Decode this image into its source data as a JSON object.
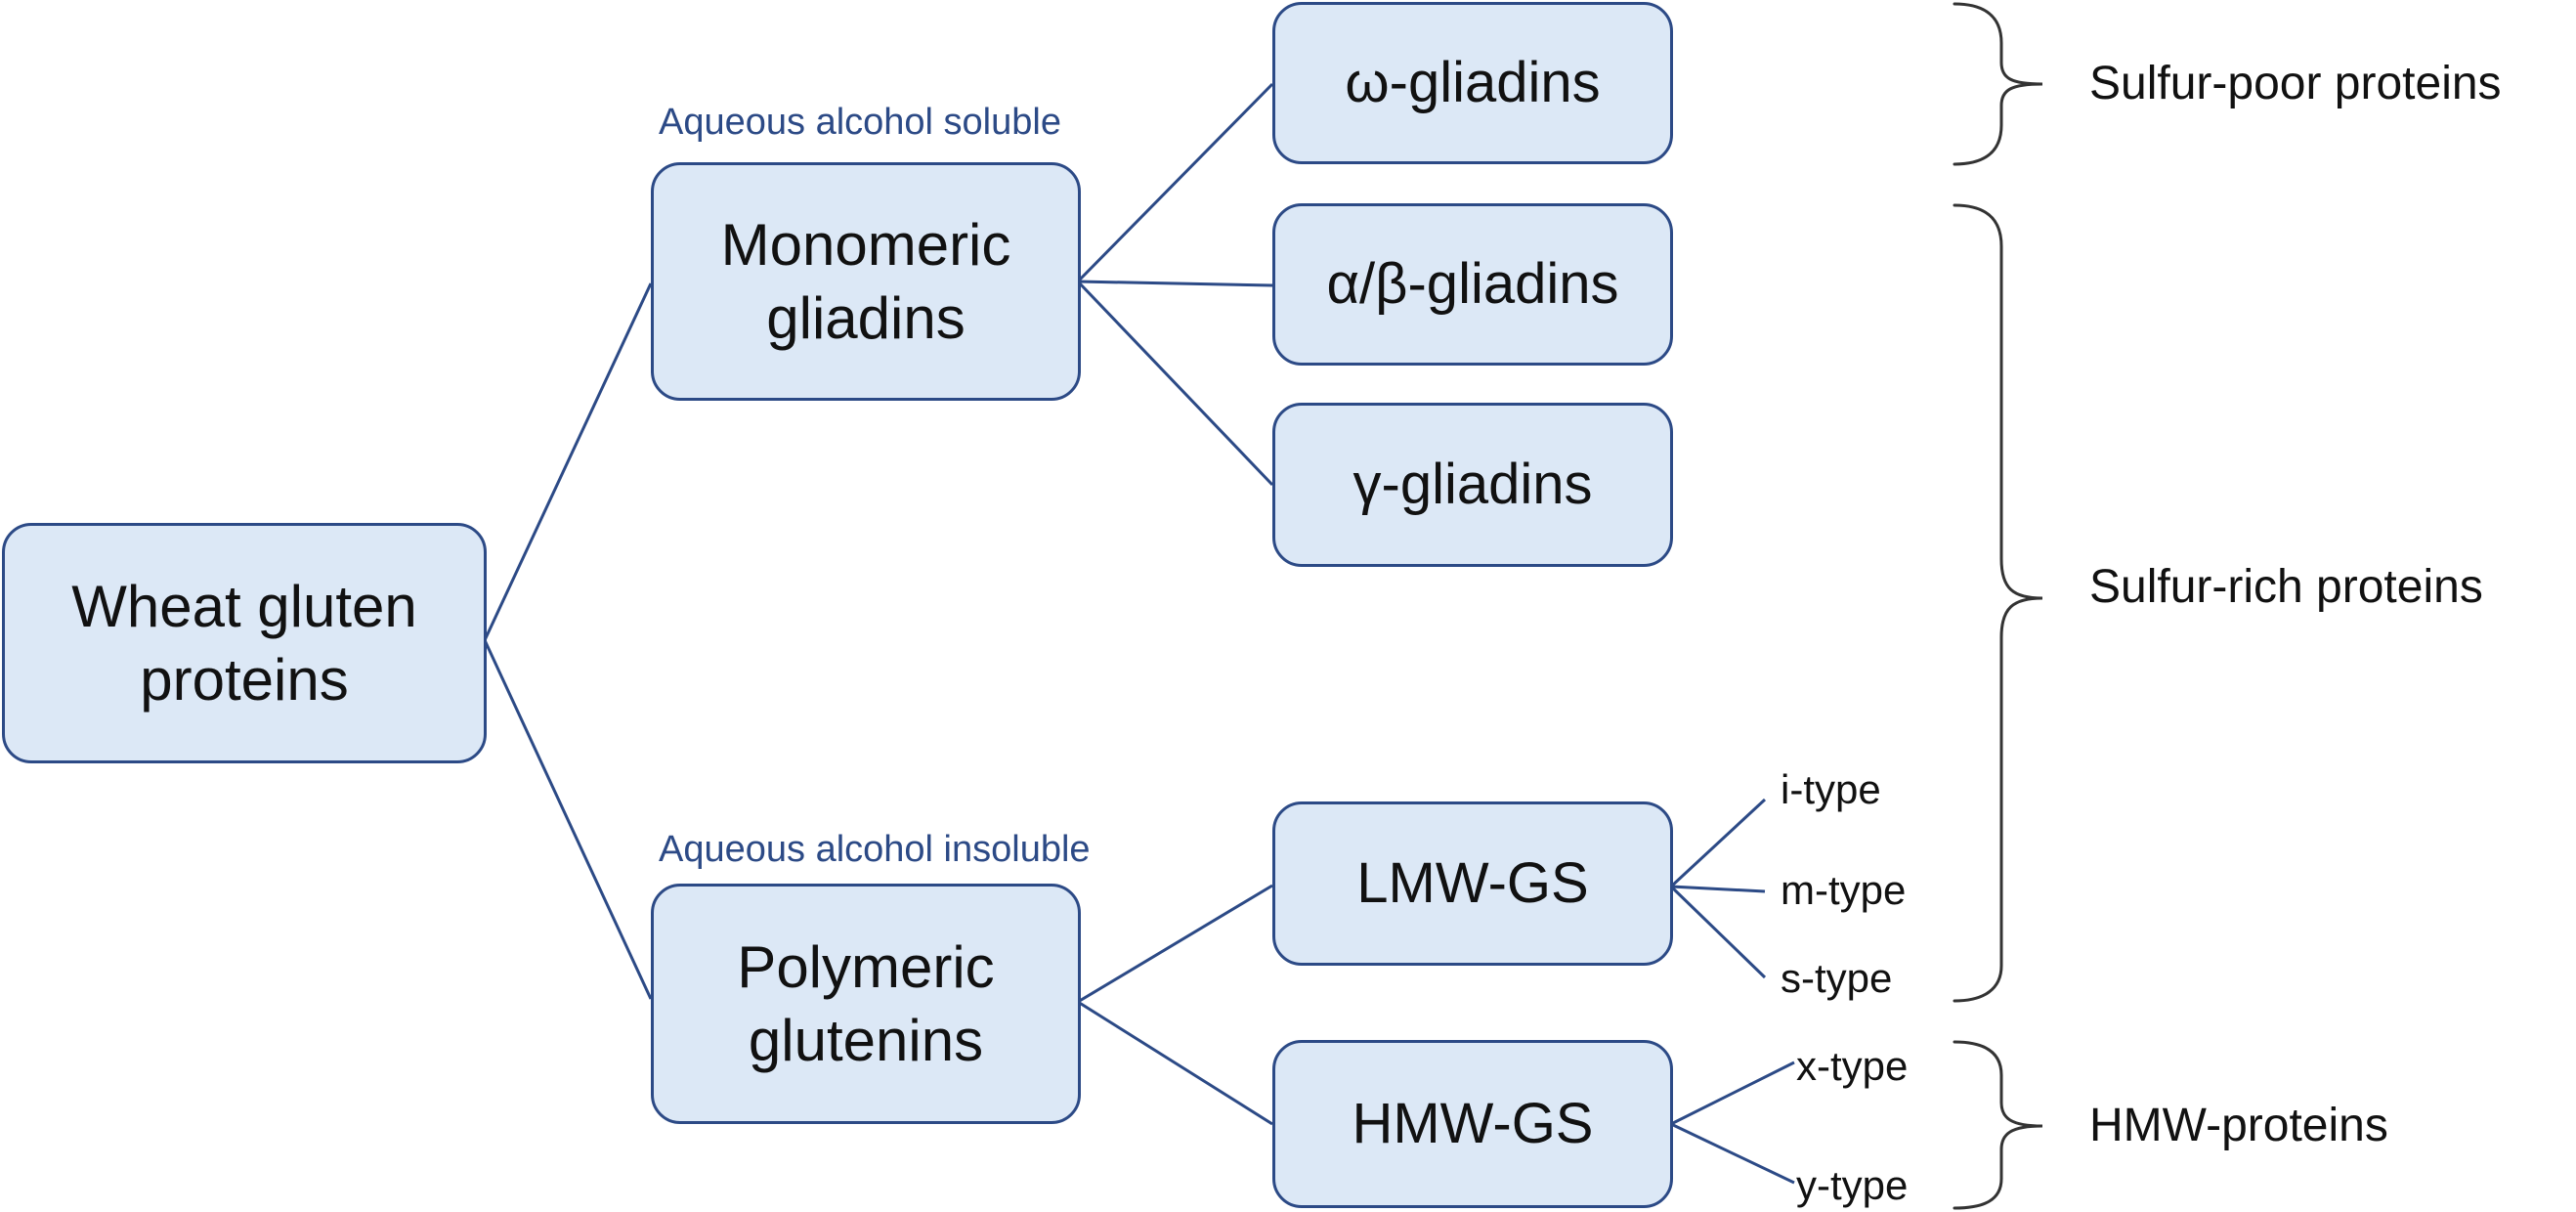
{
  "nodes": {
    "root": "Wheat gluten\nproteins",
    "monomeric": "Monomeric\ngliadins",
    "polymeric": "Polymeric\nglutenins",
    "omega": "ω-gliadins",
    "alpha_beta": "α/β-gliadins",
    "gamma": "γ-gliadins",
    "lmw": "LMW-GS",
    "hmw": "HMW-GS"
  },
  "notes": {
    "soluble": "Aqueous alcohol soluble",
    "insoluble": "Aqueous alcohol insoluble"
  },
  "subtypes": {
    "i": "i-type",
    "m": "m-type",
    "s": "s-type",
    "x": "x-type",
    "y": "y-type"
  },
  "groups": {
    "sulfur_poor": "Sulfur-poor proteins",
    "sulfur_rich": "Sulfur-rich proteins",
    "hmw_proteins": "HMW-proteins"
  },
  "colors": {
    "box_fill": "#dce8f6",
    "box_border": "#2c4a86",
    "connector": "#2c4a86",
    "brace": "#333333",
    "note_text": "#2c4a86"
  }
}
